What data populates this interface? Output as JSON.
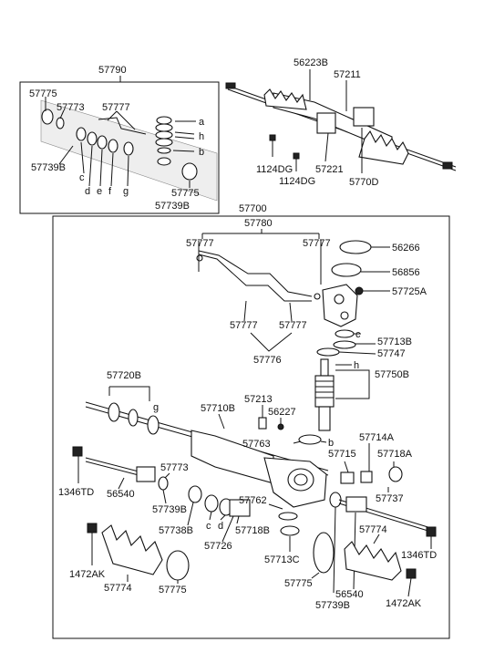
{
  "groups": {
    "kit": "57790",
    "assembly": "57700",
    "top_assembly": "56223B",
    "feed_lines": "57780"
  },
  "labels": {
    "kit_57775a": "57775",
    "kit_57773": "57773",
    "kit_57777": "57777",
    "kit_57739b": "57739B",
    "kit_a": "a",
    "kit_h": "h",
    "kit_b": "b",
    "kit_c": "c",
    "kit_d": "d",
    "kit_e": "e",
    "kit_f": "f",
    "kit_g": "g",
    "kit_57775b": "57775",
    "kit_57739b2": "57739B",
    "top_57211": "57211",
    "top_1124dg1": "1124DG",
    "top_1124dg2": "1124DG",
    "top_57221": "57221",
    "top_57700d": "5770D",
    "m_57777_l": "57777",
    "m_57777_r": "57777",
    "m_57777_bl": "57777",
    "m_57777_br": "57777",
    "m_57776": "57776",
    "m_56266": "56266",
    "m_56856": "56856",
    "m_57725a": "57725A",
    "m_c1": "c",
    "m_57713b": "57713B",
    "m_57747": "57747",
    "m_h": "h",
    "m_57750b": "57750B",
    "m_57720b": "57720B",
    "m_g": "g",
    "m_57710b": "57710B",
    "m_57213": "57213",
    "m_56227": "56227",
    "m_57763": "57763",
    "m_b": "b",
    "m_57714a": "57714A",
    "m_57715": "57715",
    "m_57718a": "57718A",
    "m_1346td_l": "1346TD",
    "m_56540_l": "56540",
    "m_57773": "57773",
    "m_57739b_l": "57739B",
    "m_57762": "57762",
    "m_57737": "57737",
    "m_57738b": "57738B",
    "m_c2": "c",
    "m_d": "d",
    "m_57718b": "57718B",
    "m_57726": "57726",
    "m_57774_r": "57774",
    "m_1346td_r": "1346TD",
    "m_1472ak_l": "1472AK",
    "m_57774_l": "57774",
    "m_57775_l": "57775",
    "m_57713c": "57713C",
    "m_57775_c": "57775",
    "m_57739b_c": "57739B",
    "m_56540_r": "56540",
    "m_1472ak_r": "1472AK"
  },
  "colors": {
    "ink": "#111111",
    "paper": "#ffffff"
  }
}
